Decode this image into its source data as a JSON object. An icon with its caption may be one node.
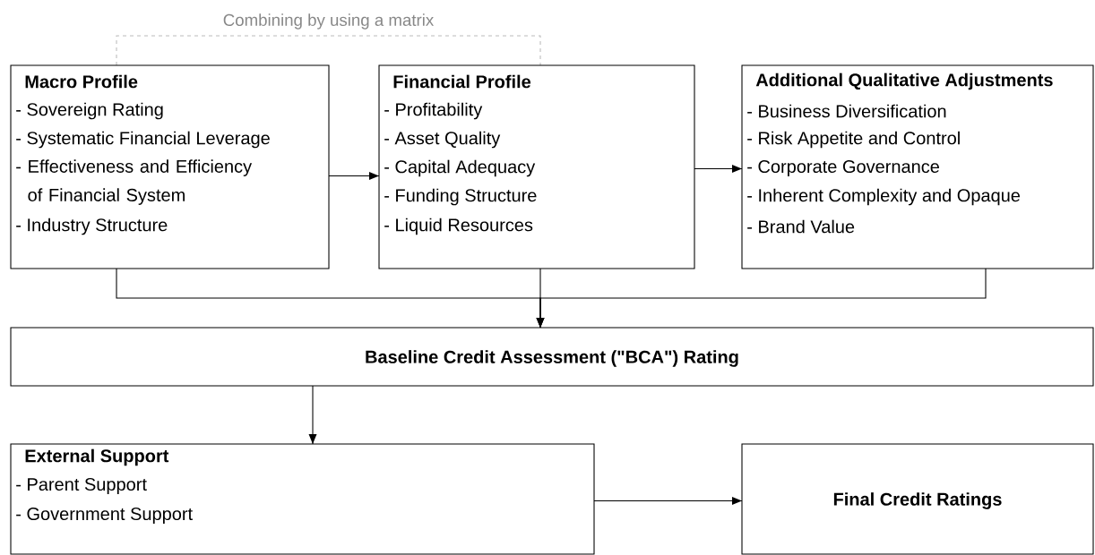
{
  "diagram": {
    "nodes": [
      {
        "text": [
          "Macro Profile",
          "- Sovereign Rating",
          "- Systematic Financial Leverage",
          "- Effectiveness and Efficiency of Financial System",
          "- Industry Structure"
        ]
      },
      {
        "text": [
          "Financial Profile",
          "- Profitability",
          "- Asset Quality",
          "- Capital Adequacy",
          "- Funding Structure",
          "- Liquid Resources"
        ]
      },
      {
        "text": [
          "Additional Qualitative Adjustments",
          "- Business Diversification",
          "- Risk Appetite and Control",
          "- Corporate Governance",
          "- Inherent Complexity and Opaque",
          "- Brand Value"
        ]
      },
      {
        "text": [
          "Baseline Credit Assessment (\"BCA\") Rating"
        ]
      },
      {
        "text": [
          "External Support",
          "- Parent Support",
          "- Government Support"
        ]
      },
      {
        "text": [
          "Final Credit Ratings"
        ]
      }
    ],
    "edges": [
      {
        "from": 0,
        "to": 1,
        "arrow": "none",
        "style": "dashed",
        "color": "#bbbbbb",
        "label": "Combining by using a matrix"
      },
      {
        "from": 0,
        "to": 1,
        "arrow": "to"
      },
      {
        "from": 1,
        "to": 2,
        "arrow": "to"
      },
      {
        "from": 0,
        "to": 3,
        "arrow": "to"
      },
      {
        "from": 1,
        "to": 3,
        "arrow": "to"
      },
      {
        "from": 2,
        "to": 3,
        "arrow": "to"
      },
      {
        "from": 3,
        "to": 4,
        "arrow": "to"
      },
      {
        "from": 4,
        "to": 5,
        "arrow": "to"
      }
    ]
  }
}
